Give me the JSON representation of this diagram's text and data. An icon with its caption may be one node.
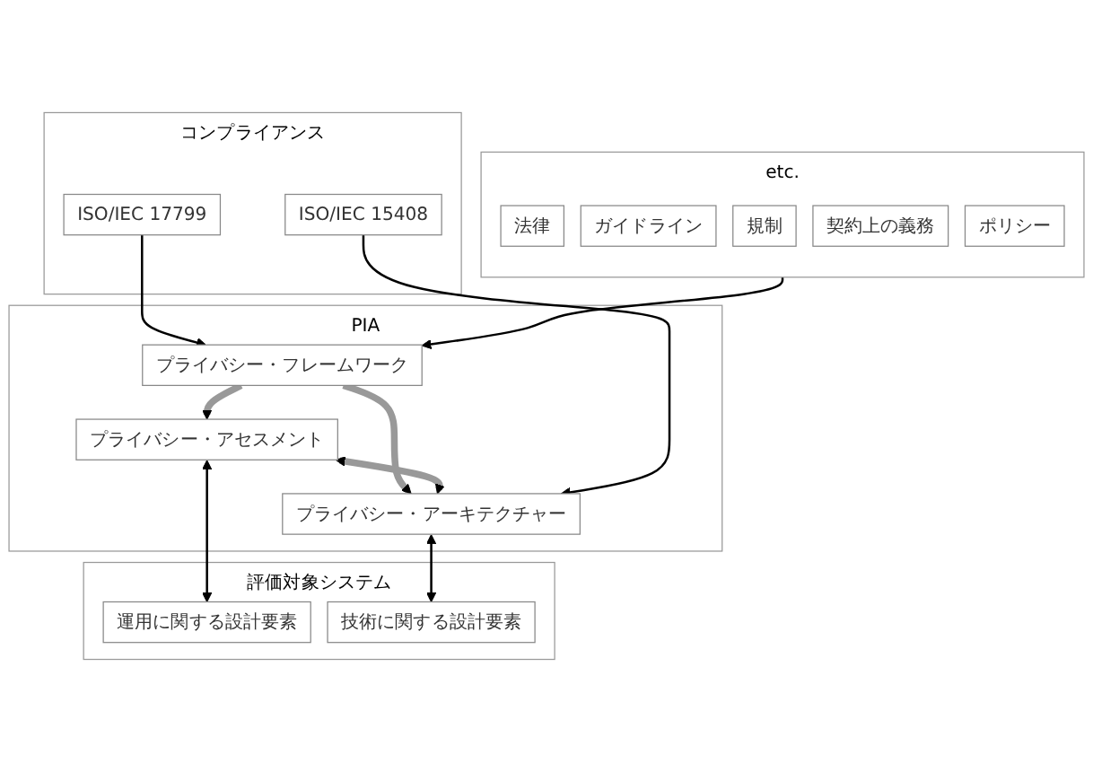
{
  "diagram": {
    "nodes": [
      {
        "text": [
          "etc."
        ]
      },
      {
        "text": [
          "法律"
        ],
        "in": 0
      },
      {
        "text": [
          "ガイドライン"
        ],
        "in": 0
      },
      {
        "text": [
          "規制"
        ],
        "in": 0
      },
      {
        "text": [
          "契約上の義務"
        ],
        "in": 0
      },
      {
        "text": [
          "ポリシー"
        ],
        "in": 0
      },
      {
        "text": [
          "PIA"
        ]
      },
      {
        "text": [
          "プライバシー・フレームワーク"
        ],
        "in": 6
      },
      {
        "text": [
          "プライバシー・アセスメント"
        ],
        "in": 6
      },
      {
        "text": [
          "プライバシー・アーキテクチャー"
        ],
        "in": 6
      },
      {
        "text": [
          "コンプライアンス"
        ]
      },
      {
        "text": [
          "ISO/IEC 17799"
        ],
        "in": 10
      },
      {
        "text": [
          "ISO/IEC 15408"
        ],
        "in": 10
      },
      {
        "text": [
          "評価対象システム"
        ]
      },
      {
        "text": [
          "運用に関する設計要素"
        ],
        "in": 13
      },
      {
        "text": [
          "技術に関する設計要素"
        ],
        "in": 13
      }
    ],
    "edges": [
      {
        "from": 0,
        "to": 7,
        "arrow": "to"
      },
      {
        "from": 11,
        "to": 7,
        "arrow": "to"
      },
      {
        "from": 7,
        "to": 8,
        "arrow": "to",
        "style": "thick",
        "color": "#999999"
      },
      {
        "from": 7,
        "to": 9,
        "arrow": "to",
        "style": "thick",
        "color": "#999999"
      },
      {
        "from": 8,
        "to": 9,
        "arrow": "both",
        "style": "thick",
        "color": "#999999"
      },
      {
        "from": 12,
        "to": 9,
        "arrow": "to"
      },
      {
        "from": 8,
        "to": 14,
        "arrow": "both"
      },
      {
        "from": 9,
        "to": 15,
        "arrow": "both"
      }
    ]
  }
}
